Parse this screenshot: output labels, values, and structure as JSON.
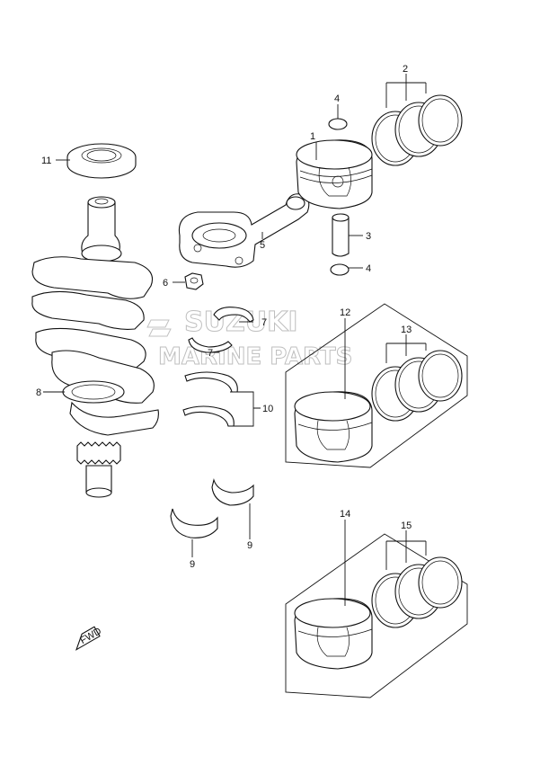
{
  "labels": {
    "p1": "1",
    "p2": "2",
    "p3": "3",
    "p4a": "4",
    "p4b": "4",
    "p5": "5",
    "p6": "6",
    "p7a": "7",
    "p7b": "7",
    "p8": "8",
    "p9a": "9",
    "p9b": "9",
    "p10": "10",
    "p11": "11",
    "p12": "12",
    "p13": "13",
    "p14": "14",
    "p15": "15"
  },
  "watermark": {
    "line1": "SUZUKI",
    "line2": "MARINE PARTS"
  },
  "fwd_mark": "FWD"
}
